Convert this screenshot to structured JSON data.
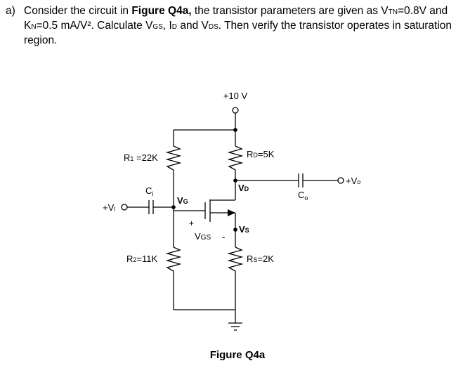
{
  "question": {
    "label": "a)",
    "t1": "Consider the circuit in ",
    "figure_ref": "Figure Q4a,",
    "t2": " the transistor parameters are given as V",
    "vtn_sub": "TN",
    "t3": "=0.8V and K",
    "kn_sub": "N",
    "t4": "=0.5 mA/V². Calculate V",
    "vgs_sub": "GS",
    "t5": ", I",
    "id_sub": "D",
    "t6": " and V",
    "vds_sub": "DS",
    "t7": ". Then verify the transistor operates in saturation region."
  },
  "circuit": {
    "supply": "+10 V",
    "r1": {
      "main": "R",
      "sub": "1",
      "value": " =22K"
    },
    "r2": {
      "main": "R",
      "sub": "2",
      "value": "=11K"
    },
    "rd": {
      "main": "R",
      "sub": "D",
      "value": "=5K"
    },
    "rs": {
      "main": "R",
      "sub": "S",
      "value": "=2K"
    },
    "ci": {
      "main": "C",
      "sub": "i"
    },
    "co": {
      "main": "C",
      "sub": "o"
    },
    "vin": {
      "main": "+V",
      "sub": "i"
    },
    "vout": {
      "main": "+V",
      "sub": "o"
    },
    "vg": {
      "main": "V",
      "sub": "G"
    },
    "vd": {
      "main": "V",
      "sub": "D"
    },
    "vs": {
      "main": "V",
      "sub": "S"
    },
    "vgs": {
      "main": "V",
      "sub": "GS",
      "plus": "+",
      "minus": "-"
    }
  },
  "caption": "Figure Q4a"
}
